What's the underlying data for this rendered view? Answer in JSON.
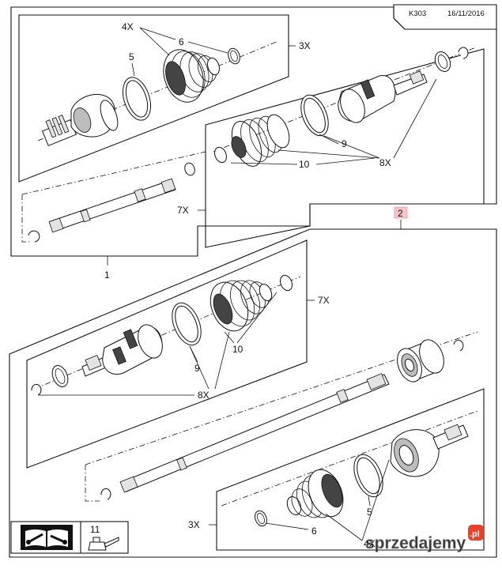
{
  "header": {
    "code": "K303",
    "date": "16/11/2016"
  },
  "callout_box": {
    "label": "2",
    "color": "#f7c4c9"
  },
  "labels": {
    "assembly_1": "1",
    "top_4x": "4X",
    "top_6": "6",
    "top_5": "5",
    "top_3x": "3X",
    "top_7x": "7X",
    "top_9": "9",
    "top_10": "10",
    "top_8x": "8X",
    "mid_7x": "7X",
    "mid_9": "9",
    "mid_10": "10",
    "mid_8x": "8X",
    "bot_3x": "3X",
    "bot_6": "6",
    "bot_5": "5",
    "bot_4x": "4X",
    "lubricant_11": "11"
  },
  "icons": [
    "manual-tools-icon",
    "lubricant-can-icon"
  ],
  "watermark": {
    "text": "sprzedajemy",
    "badge": ".pl",
    "badge_color": "#e8412c"
  }
}
